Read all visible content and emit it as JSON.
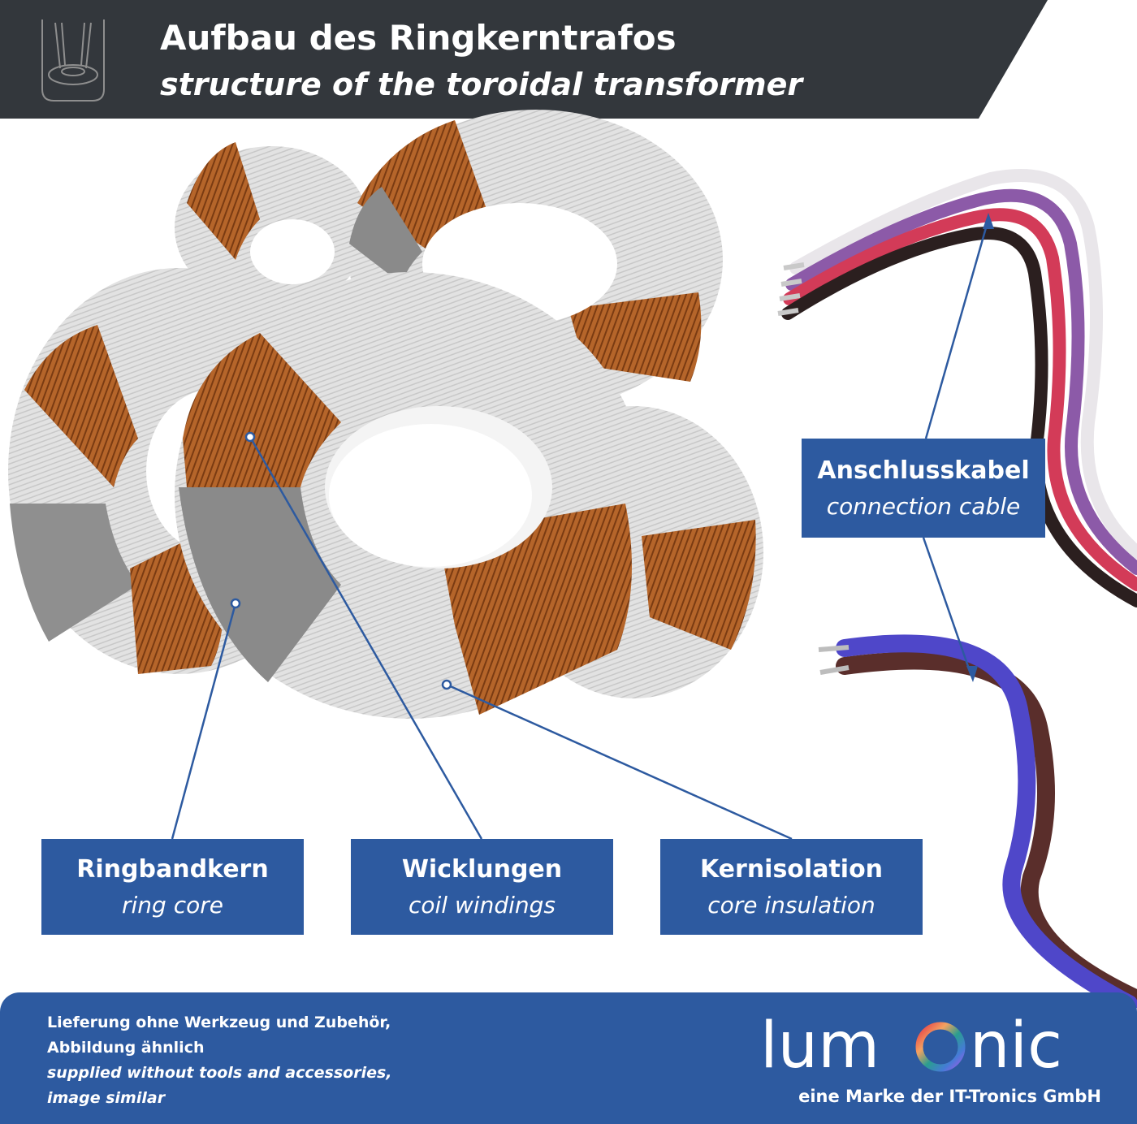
{
  "header": {
    "title_de": "Aufbau des Ringkerntrafos",
    "title_en": "structure of the toroidal transformer",
    "background_color": "#33373c",
    "icon": "toroidal-transformer-icon"
  },
  "labels": {
    "connection_cable": {
      "de": "Anschlusskabel",
      "en": "connection cable"
    },
    "ring_core": {
      "de": "Ringbandkern",
      "en": "ring core"
    },
    "coil_windings": {
      "de": "Wicklungen",
      "en": "coil windings"
    },
    "core_insulation": {
      "de": "Kernisolation",
      "en": "core insulation"
    },
    "box_color": "#2d5aa0"
  },
  "footer": {
    "note_de_line1": "Lieferung ohne Werkzeug und Zubehör,",
    "note_de_line2": "Abbildung ähnlich",
    "note_en_line1": "supplied without tools and accessories,",
    "note_en_line2": "image similar",
    "brand_part1": "lum",
    "brand_part2": "nic",
    "brand_tagline": "eine Marke der IT-Tronics GmbH",
    "background_color": "#2d5aa0"
  },
  "colors": {
    "copper": "#b5652a",
    "copper_dark": "#7a3b12",
    "insulation": "#dcdcdc",
    "core_grey": "#8a8a8a",
    "leader_line": "#2d5aa0"
  }
}
